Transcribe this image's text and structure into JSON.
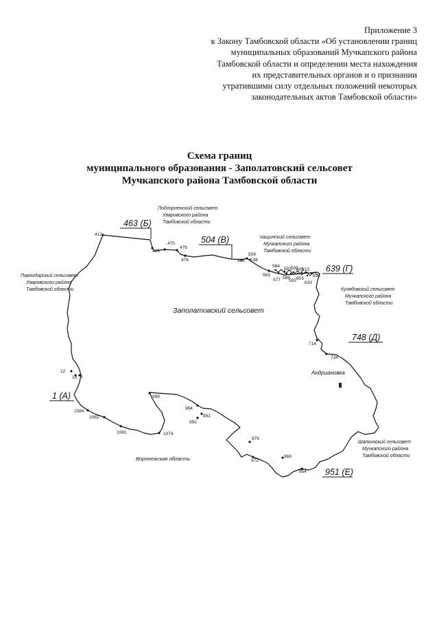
{
  "appendix": {
    "lines": [
      "Приложение 3",
      "к Закону Тамбовской области «Об установлении границ",
      "муниципальных образований Мучкапского района",
      "Тамбовской области и определении места нахождения",
      "их представительных органов и о признании",
      "утратившими силу отдельных положений некоторых",
      "законодательных актов Тамбовской области»"
    ]
  },
  "title": {
    "line1": "Схема границ",
    "line2": "муниципального образования - Заполатовский сельсовет",
    "line3": "Мучкапского района Тамбовской области"
  },
  "map": {
    "center_label": "Заполатовский сельсовет",
    "village_label": "Андриановка",
    "neighbors": {
      "podgornensky": [
        "Подгорненский сельсовет",
        "Уваровского района",
        "Тамбовской области"
      ],
      "chaschinsky": [
        "Чащинский сельсовет",
        "Мучкапского района",
        "Тамбовской области"
      ],
      "pavlodarsky": [
        "Павлодарский сельсовет",
        "Уваровского района",
        "Тамбовской области"
      ],
      "kulyabovsky": [
        "Кулябовский сельсовет",
        "Мучкапского района",
        "Тамбовской области"
      ],
      "shapkinsky": [
        "Шапкинский сельсовет",
        "Мучкапского района",
        "Тамбовской области"
      ],
      "voronezh": [
        "Воронежская область"
      ]
    },
    "node_codes": {
      "n463": "463 (Б)",
      "n504": "504 (В)",
      "n639": "639 (Г)",
      "n748": "748 (Д)",
      "n951": "951 (Е)",
      "n1": "1 (А)"
    },
    "points": [
      "413",
      "426",
      "470",
      "476",
      "478",
      "528",
      "509",
      "538",
      "563",
      "564",
      "577",
      "582",
      "586",
      "593",
      "595",
      "603",
      "605",
      "615",
      "623",
      "633",
      "714",
      "734",
      "12",
      "10",
      "6",
      "1084",
      "1082",
      "1081",
      "1074",
      "999",
      "994",
      "991",
      "992",
      "979",
      "972",
      "969",
      "954"
    ]
  }
}
